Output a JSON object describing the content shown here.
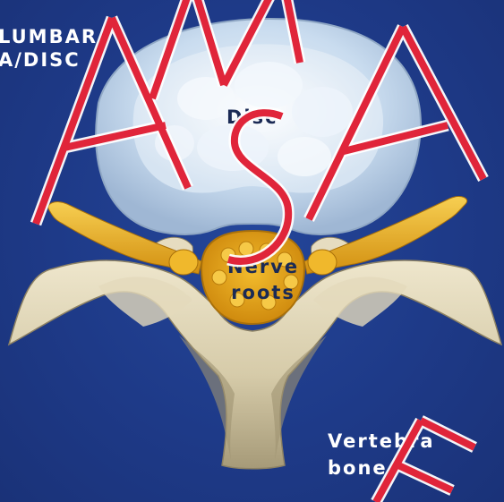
{
  "title": {
    "line1": "LUMBAR",
    "line2": "A/DISC"
  },
  "labels": {
    "disc": "Disc",
    "nerve_line1": "Nerve",
    "nerve_line2": "roots",
    "bone_line1": "Vertebra",
    "bone_line2": "bone"
  },
  "watermark": "SAMPLE",
  "colors": {
    "background": "#1e3a8a",
    "disc": "#c9dcef",
    "nerve": "#e8a81a",
    "bone": "#d8ceb2",
    "watermark": "#e0253a"
  }
}
